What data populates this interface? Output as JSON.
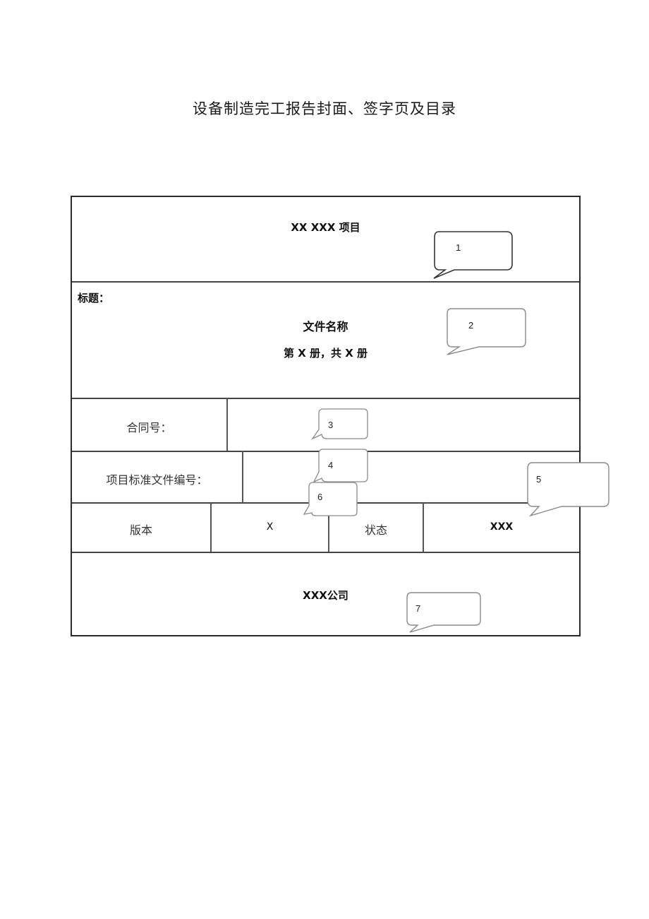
{
  "page": {
    "title": "设备制造完工报告封面、签字页及目录"
  },
  "cover": {
    "project": "XX XXX 项目",
    "title_label": "标题：",
    "file_name": "文件名称",
    "volume": "第 X 册，共 X 册",
    "contract_label": "合同号：",
    "contract_value": "",
    "std_doc_label": "项目标准文件编号：",
    "std_doc_value": "",
    "version_label": "版本",
    "version_value": "X",
    "status_label": "状态",
    "status_value": "XXX",
    "company": "XXX公司"
  },
  "callouts": [
    {
      "number": "1"
    },
    {
      "number": "2"
    },
    {
      "number": "3"
    },
    {
      "number": "4"
    },
    {
      "number": "5"
    },
    {
      "number": "6"
    },
    {
      "number": "7"
    }
  ],
  "colors": {
    "border": "#2a2a2a",
    "bubble_border": "#8a8a8a",
    "bubble1_border": "#333333"
  }
}
